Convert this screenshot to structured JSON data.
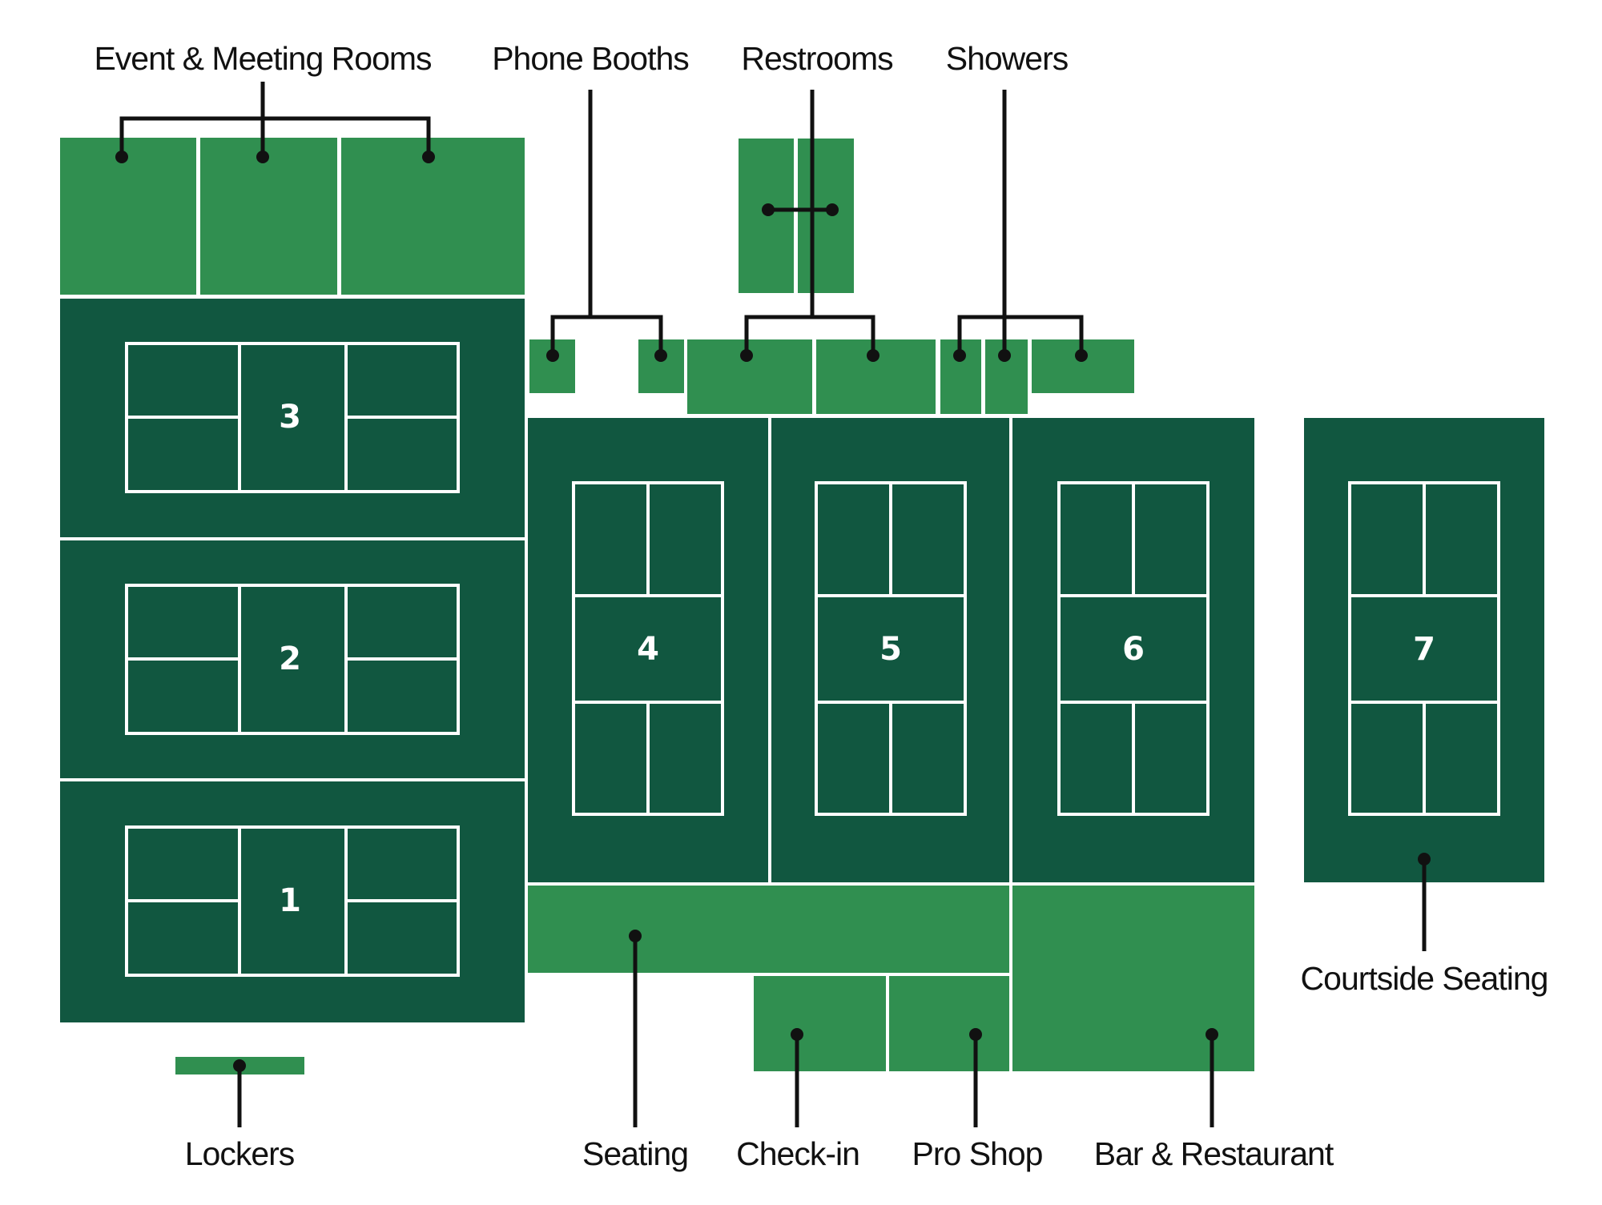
{
  "colors": {
    "court": "#115740",
    "amenity": "#308f50",
    "lines": "#ffffff",
    "leader": "#111111",
    "background": "#ffffff"
  },
  "labels": {
    "event_meeting_rooms": "Event & Meeting Rooms",
    "phone_booths": "Phone Booths",
    "restrooms": "Restrooms",
    "showers": "Showers",
    "courtside_seating": "Courtside Seating",
    "lockers": "Lockers",
    "seating": "Seating",
    "check_in": "Check-in",
    "pro_shop": "Pro Shop",
    "bar_restaurant": "Bar & Restaurant"
  },
  "courts": [
    "1",
    "2",
    "3",
    "4",
    "5",
    "6",
    "7"
  ]
}
